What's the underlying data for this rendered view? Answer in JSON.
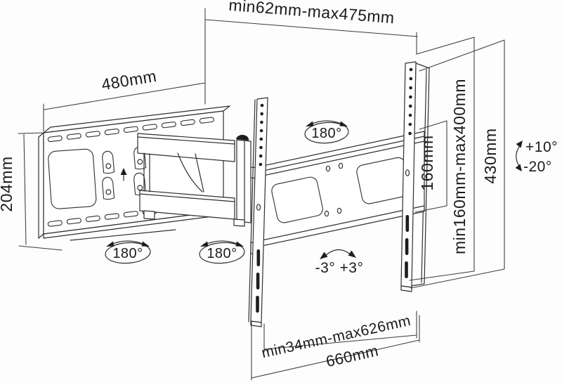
{
  "diagram": {
    "type": "technical-dimension-drawing",
    "subject": "full-motion TV wall mount bracket",
    "line_color": "#2e2e2e",
    "labels": {
      "extension_range": "min62mm-max475mm",
      "wall_plate_width": "480mm",
      "wall_plate_height": "204mm",
      "swivel_angle": "180°",
      "vesa_hole_spacing": "160mm",
      "vesa_range": "min160mm-max400mm",
      "bracket_height": "430mm",
      "tilt_up": "+10°",
      "tilt_down": "-20°",
      "level_adjust": "-3° +3°",
      "bottom_range": "min34mm-max626mm",
      "bracket_width": "660mm"
    },
    "icons": {
      "up_arrow": "↑",
      "rotate_arrows": "double curved swivel arrows",
      "tilt_arrow": "vertical curved tilt arrow",
      "level_arc": "curved level-adjust arc"
    }
  }
}
